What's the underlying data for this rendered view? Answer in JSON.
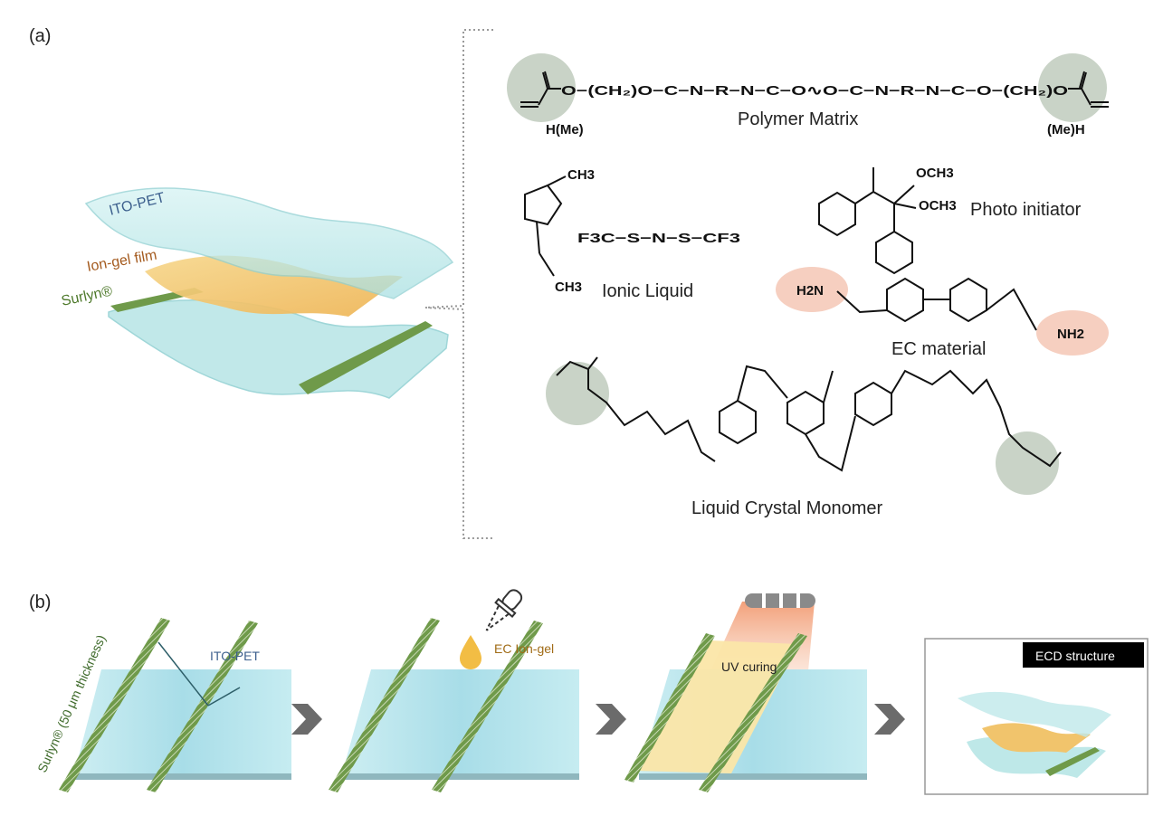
{
  "panel_a": {
    "label": "(a)",
    "layers": {
      "top": "ITO-PET",
      "middle": "Ion-gel film",
      "bottom": "Surlyn®"
    },
    "polymer_matrix": {
      "name": "Polymer Matrix",
      "chain": "O−(CH₂)O−C−N−R−N−C−O∿O−C−N−R−N−C−O−(CH₂)O",
      "left_end": "H(Me)",
      "right_end": "(Me)H"
    },
    "ionic_liquid": {
      "name": "Ionic Liquid",
      "cation_methyl": "CH3",
      "cation_ethyl": "CH3",
      "anion": "F3C−S−N−S−CF3"
    },
    "photo_initiator": {
      "name": "Photo initiator",
      "substituent_1": "OCH3",
      "substituent_2": "OCH3"
    },
    "ec_material": {
      "name": "EC material",
      "left_group": "H2N",
      "right_group": "NH2"
    },
    "lc_monomer": {
      "name": "Liquid Crystal Monomer"
    }
  },
  "panel_b": {
    "label": "(b)",
    "step1": {
      "surlyn_label": "Surlyn® (50 μm thickness)",
      "ito_label": "ITO-PET"
    },
    "step2": {
      "label": "EC Ion-gel"
    },
    "step3": {
      "label": "UV curing"
    },
    "step4": {
      "title": "ECD structure"
    }
  },
  "colors": {
    "ito_glass": "#bfe9ea",
    "ion_gel": "#f1c46c",
    "surlyn": "#6f9a4a",
    "highlight_gray": "#c9d3c7",
    "highlight_pink": "#f6cfc0",
    "uv_glow": "#f4a37a",
    "arrow": "#6b6b6b"
  }
}
